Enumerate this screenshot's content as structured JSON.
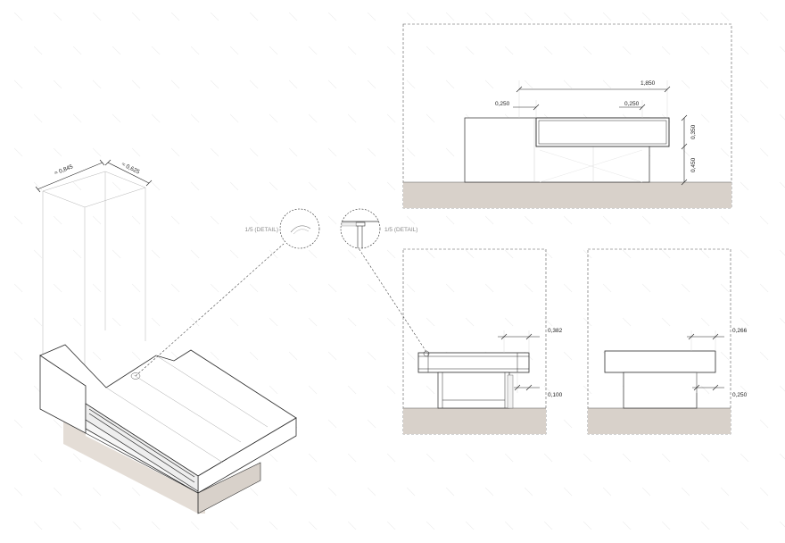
{
  "palette": {
    "ground": "#d8d1ca",
    "shadow": "#e4ddd6",
    "line": "#2b2b2b",
    "thin": "#9a9a9a",
    "hatch": "#ededed"
  },
  "axon": {
    "dim_width": "≈ 0,845",
    "dim_depth": "≈ 0,625"
  },
  "details": {
    "left_label": "1/5 (DETAIL)",
    "right_label": "1/5 (DETAIL)"
  },
  "front_elevation": {
    "dim_total": "1,850",
    "dim_left": "0,250",
    "dim_right": "0,250",
    "dim_top_height": "0,350",
    "dim_base_height": "0,450"
  },
  "side_elevation_left": {
    "dim_top": "0,382",
    "dim_bottom": "0,100"
  },
  "side_elevation_right": {
    "dim_top": "0,266",
    "dim_bottom": "0,250"
  }
}
